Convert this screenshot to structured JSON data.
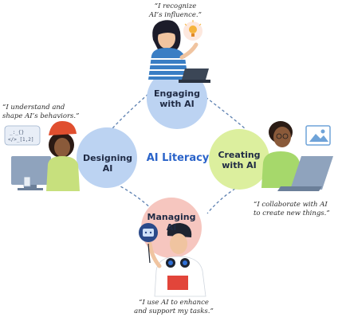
{
  "center_title": "AI Literacy",
  "nodes": {
    "engaging": {
      "line1": "Engaging",
      "line2": "with AI",
      "color": "#bcd3f2"
    },
    "designing": {
      "line1": "Designing AI",
      "color": "#bcd3f2"
    },
    "creating": {
      "line1": "Creating",
      "line2": "with AI",
      "color": "#dcef9e"
    },
    "managing": {
      "line1": "Managing AI",
      "color": "#f6c6bf"
    }
  },
  "quotes": {
    "top_1": "“I recognize",
    "top_2": "AI’s influence.”",
    "left_1": "“I understand and",
    "left_2": "shape AI’s behaviors.”",
    "right_1": "“I collaborate with AI",
    "right_2": "to create new things.”",
    "bottom_1": "“I use AI to enhance",
    "bottom_2": "and support my tasks.”"
  },
  "icons": {
    "code": [
      "_:_{}",
      "</>_[1,2]"
    ]
  },
  "colors": {
    "connector": "#5b7fb0",
    "center_text": "#2a63c9",
    "label_text": "#1f2a44"
  }
}
